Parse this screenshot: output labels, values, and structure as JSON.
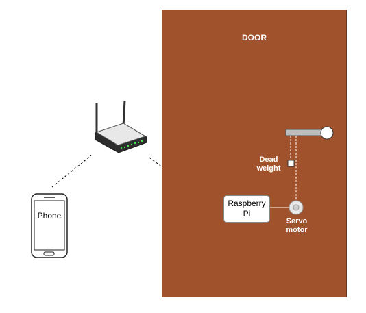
{
  "diagram": {
    "door": {
      "label": "DOOR",
      "color": "#a0522d"
    },
    "raspberry_pi": {
      "label": "Raspberry\nPi"
    },
    "dead_weight": {
      "label": "Dead weight"
    },
    "servo_motor": {
      "label": "Servo motor"
    },
    "phone": {
      "label": "Phone"
    },
    "router": {
      "icon": "wifi-router-icon"
    }
  }
}
